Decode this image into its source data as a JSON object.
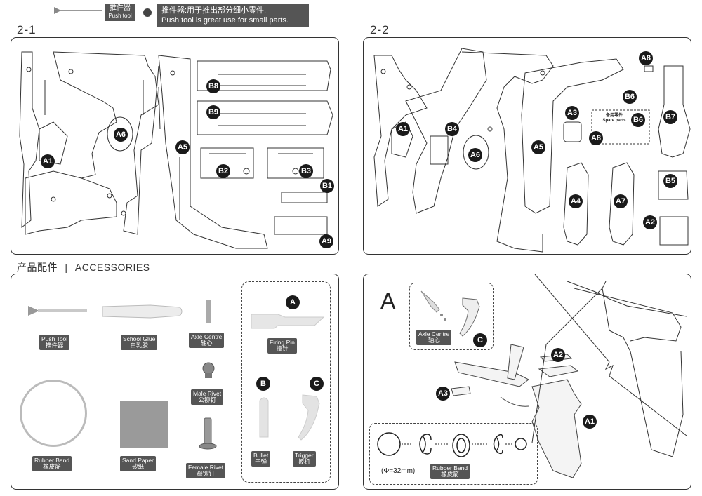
{
  "header": {
    "push_tool_cn": "推件器",
    "push_tool_en": "Push tool",
    "note_cn": "推件器:用于推出部分细小零件.",
    "note_en": "Push tool is great use for small parts."
  },
  "sheets": {
    "sheet1_label": "2-1",
    "sheet2_label": "2-2",
    "sheet1_badges": [
      "B8",
      "B9",
      "A6",
      "A5",
      "A1",
      "B2",
      "B3",
      "B1",
      "A9"
    ],
    "sheet2_badges": [
      "A8",
      "B6",
      "A3",
      "B6",
      "B7",
      "A1",
      "B4",
      "A6",
      "A5",
      "A8",
      "A4",
      "A7",
      "B5",
      "A2"
    ],
    "spare_parts_cn": "备用零件",
    "spare_parts_en": "Spare parts"
  },
  "accessories": {
    "title_cn": "产品配件",
    "title_en": "ACCESSORIES",
    "items": {
      "push_tool": {
        "en": "Push Tool",
        "cn": "推件器"
      },
      "school_glue": {
        "en": "School Glue",
        "cn": "白乳胶"
      },
      "axle_centre": {
        "en": "Axle Centre",
        "cn": "轴心"
      },
      "male_rivet": {
        "en": "Male Rivet",
        "cn": "公铆钉"
      },
      "female_rivet": {
        "en": "Female Rivet",
        "cn": "母铆钉"
      },
      "rubber_band": {
        "en": "Rubber Band",
        "cn": "橡皮筋"
      },
      "sand_paper": {
        "en": "Sand Paper",
        "cn": "砂纸"
      },
      "firing_pin": {
        "en": "Firing Pin",
        "cn": "撞针",
        "badge": "A"
      },
      "bullet": {
        "en": "Bullet",
        "cn": "子弹",
        "badge": "B"
      },
      "trigger": {
        "en": "Trigger",
        "cn": "扳机",
        "badge": "C"
      }
    }
  },
  "assembly": {
    "step_letter": "A",
    "axle_centre": {
      "en": "Axle Centre",
      "cn": "轴心"
    },
    "badges": {
      "c": "C",
      "a2": "A2",
      "a3": "A3",
      "a1": "A1"
    },
    "diameter": "(Φ=32mm)",
    "rubber_band": {
      "en": "Rubber Band",
      "cn": "橡皮筋"
    }
  }
}
